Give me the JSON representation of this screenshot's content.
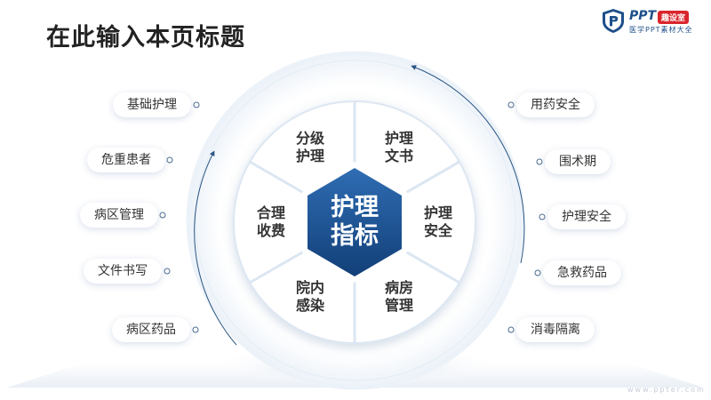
{
  "title": "在此输入本页标题",
  "logo": {
    "brand": "PPT",
    "tag": "趣设室",
    "subtitle": "医学PPT素材大全",
    "icon": "shield-p-icon"
  },
  "footer": "www.ppter.com",
  "center": {
    "line1": "护理",
    "line2": "指标"
  },
  "segments": [
    {
      "line1": "分级",
      "line2": "护理"
    },
    {
      "line1": "护理",
      "line2": "文书"
    },
    {
      "line1": "护理",
      "line2": "安全"
    },
    {
      "line1": "病房",
      "line2": "管理"
    },
    {
      "line1": "院内",
      "line2": "感染"
    },
    {
      "line1": "合理",
      "line2": "收费"
    }
  ],
  "left_items": [
    "基础护理",
    "危重患者",
    "病区管理",
    "文件书写",
    "病区药品"
  ],
  "right_items": [
    "用药安全",
    "围术期",
    "护理安全",
    "急救药品",
    "消毒隔离"
  ],
  "colors": {
    "accent": "#1d4f8a",
    "hex_top": "#2f6db3",
    "hex_bottom": "#123f78"
  }
}
